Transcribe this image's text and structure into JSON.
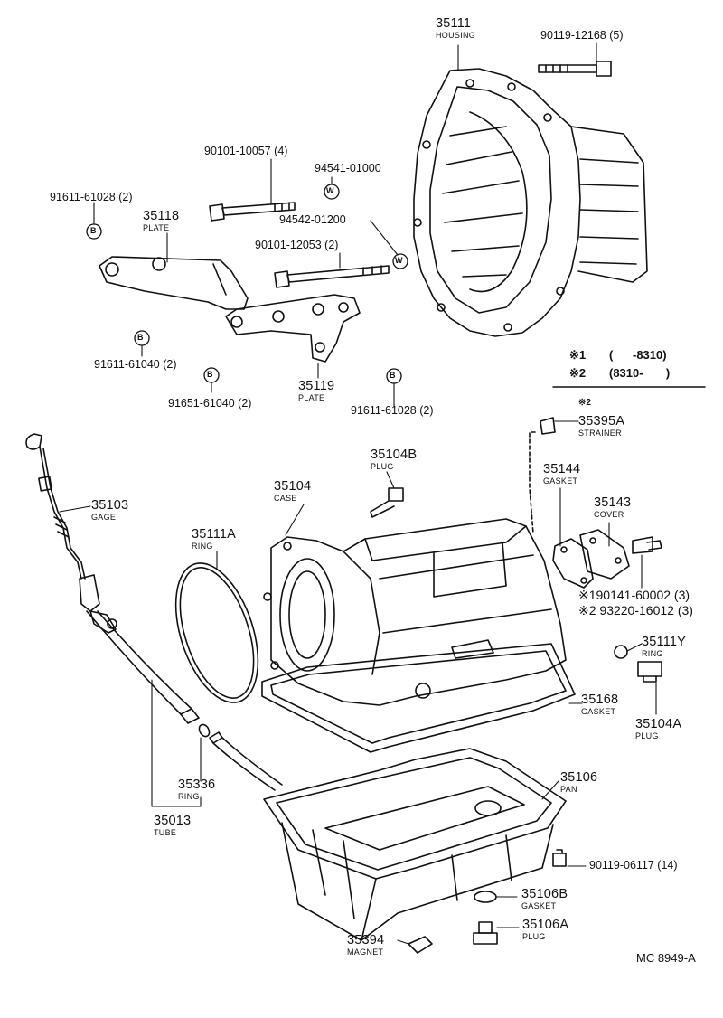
{
  "parts": {
    "p35111": {
      "number": "35111",
      "name": "HOUSING"
    },
    "p35118": {
      "number": "35118",
      "name": "PLATE"
    },
    "p35119": {
      "number": "35119",
      "name": "PLATE"
    },
    "p35103": {
      "number": "35103",
      "name": "GAGE"
    },
    "p35104": {
      "number": "35104",
      "name": "CASE"
    },
    "p35104b": {
      "number": "35104B",
      "name": "PLUG"
    },
    "p35111a": {
      "number": "35111A",
      "name": "RING"
    },
    "p35395a": {
      "number": "35395A",
      "name": "STRAINER"
    },
    "p35144": {
      "number": "35144",
      "name": "GASKET"
    },
    "p35143": {
      "number": "35143",
      "name": "COVER"
    },
    "p35111y": {
      "number": "35111Y",
      "name": "RING"
    },
    "p35168": {
      "number": "35168",
      "name": "GASKET"
    },
    "p35104a": {
      "number": "35104A",
      "name": "PLUG"
    },
    "p35106": {
      "number": "35106",
      "name": "PAN"
    },
    "p35336": {
      "number": "35336",
      "name": "RING"
    },
    "p35013": {
      "number": "35013",
      "name": "TUBE"
    },
    "p35106b": {
      "number": "35106B",
      "name": "GASKET"
    },
    "p35106a": {
      "number": "35106A",
      "name": "PLUG"
    },
    "p35394": {
      "number": "35394",
      "name": "MAGNET"
    }
  },
  "fasteners": {
    "f1": "90119-12168 (5)",
    "f2": "90101-10057 (4)",
    "f3": "94541-01000",
    "f4": "91611-61028 (2)",
    "f5": "94542-01200",
    "f6": "90101-12053 (2)",
    "f7": "91611-61040 (2)",
    "f8": "91651-61040 (2)",
    "f9": "91611-61028 (2)",
    "f10": "※190141-60002 (3)",
    "f11": "※2 93220-16012 (3)",
    "f12": "90119-06117 (14)"
  },
  "markers": {
    "bolt_b": "B",
    "washer_w": "W"
  },
  "applicability": {
    "row1_mark": "※1",
    "row1_range": "(      -8310)",
    "row2_mark": "※2",
    "row2_range": "(8310-       )",
    "strainer_note": "※2"
  },
  "reference_code": "MC 8949-A"
}
